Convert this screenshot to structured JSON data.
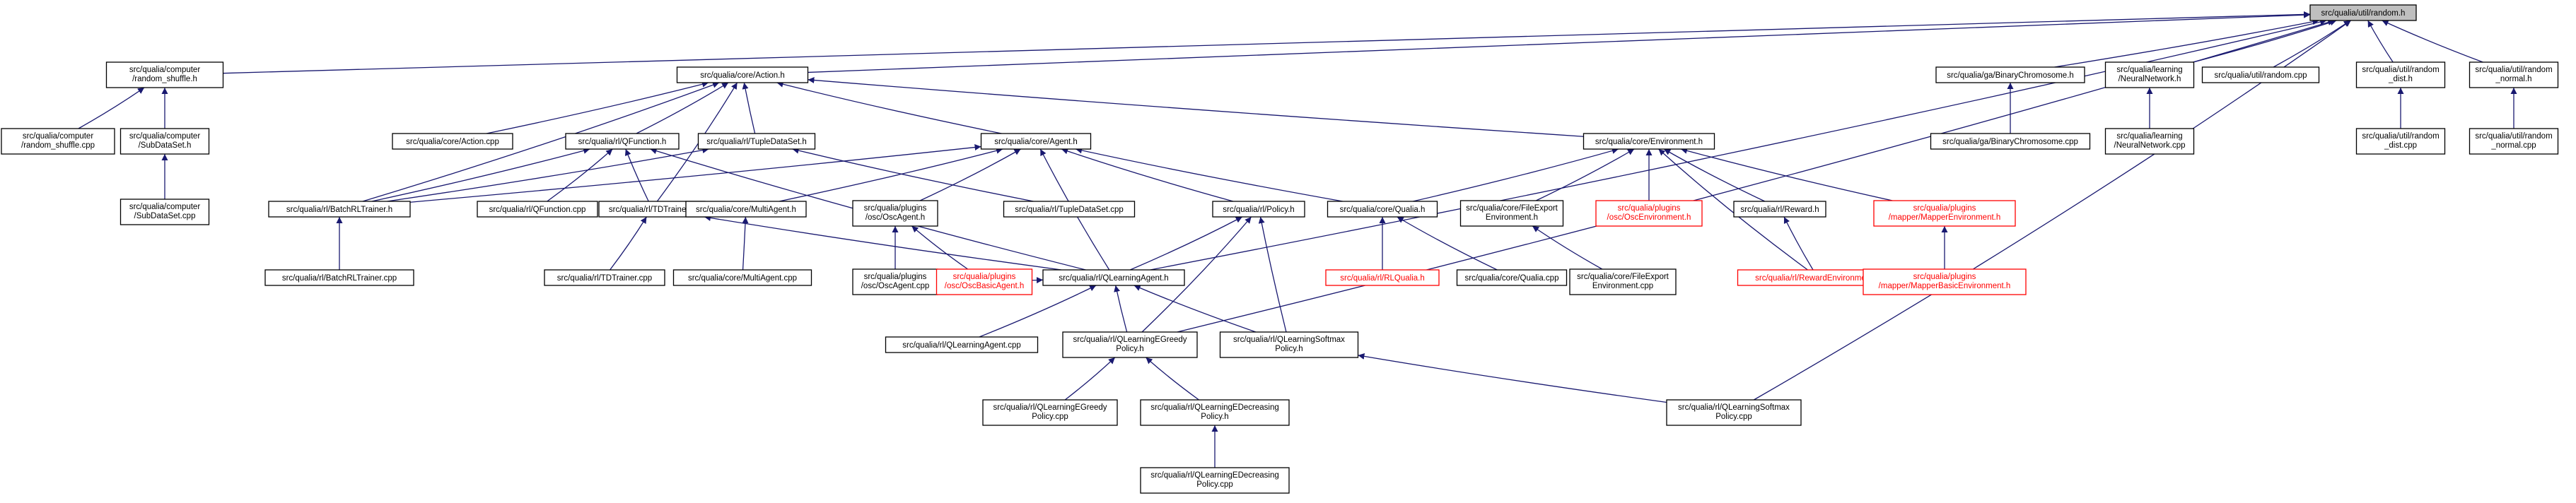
{
  "nodes": [
    {
      "id": "random_h",
      "lines": [
        "src/qualia/util/random.h"
      ],
      "root": true
    },
    {
      "id": "random_shuffle_h",
      "lines": [
        "src/qualia/computer",
        "/random_shuffle.h"
      ]
    },
    {
      "id": "action_h",
      "lines": [
        "src/qualia/core/Action.h"
      ]
    },
    {
      "id": "binchrom_h",
      "lines": [
        "src/qualia/ga/BinaryChromosome.h"
      ]
    },
    {
      "id": "nn_h",
      "lines": [
        "src/qualia/learning",
        "/NeuralNetwork.h"
      ]
    },
    {
      "id": "random_cpp",
      "lines": [
        "src/qualia/util/random.cpp"
      ]
    },
    {
      "id": "random_dist_h",
      "lines": [
        "src/qualia/util/random",
        "_dist.h"
      ]
    },
    {
      "id": "random_normal_h",
      "lines": [
        "src/qualia/util/random",
        "_normal.h"
      ]
    },
    {
      "id": "random_shuffle_cpp",
      "lines": [
        "src/qualia/computer",
        "/random_shuffle.cpp"
      ]
    },
    {
      "id": "subdataset_h",
      "lines": [
        "src/qualia/computer",
        "/SubDataSet.h"
      ]
    },
    {
      "id": "subdataset_cpp",
      "lines": [
        "src/qualia/computer",
        "/SubDataSet.cpp"
      ]
    },
    {
      "id": "action_cpp",
      "lines": [
        "src/qualia/core/Action.cpp"
      ]
    },
    {
      "id": "qfunction_h",
      "lines": [
        "src/qualia/rl/QFunction.h"
      ]
    },
    {
      "id": "tupledataset_h",
      "lines": [
        "src/qualia/rl/TupleDataSet.h"
      ]
    },
    {
      "id": "agent_h",
      "lines": [
        "src/qualia/core/Agent.h"
      ]
    },
    {
      "id": "environment_h",
      "lines": [
        "src/qualia/core/Environment.h"
      ]
    },
    {
      "id": "binchrom_cpp",
      "lines": [
        "src/qualia/ga/BinaryChromosome.cpp"
      ]
    },
    {
      "id": "nn_cpp",
      "lines": [
        "src/qualia/learning",
        "/NeuralNetwork.cpp"
      ]
    },
    {
      "id": "random_dist_cpp",
      "lines": [
        "src/qualia/util/random",
        "_dist.cpp"
      ]
    },
    {
      "id": "random_normal_cpp",
      "lines": [
        "src/qualia/util/random",
        "_normal.cpp"
      ]
    },
    {
      "id": "batchrl_h",
      "lines": [
        "src/qualia/rl/BatchRLTrainer.h"
      ]
    },
    {
      "id": "qfunction_cpp",
      "lines": [
        "src/qualia/rl/QFunction.cpp"
      ]
    },
    {
      "id": "tdtrainer_h",
      "lines": [
        "src/qualia/rl/TDTrainer.h"
      ]
    },
    {
      "id": "multiagent_h",
      "lines": [
        "src/qualia/core/MultiAgent.h"
      ]
    },
    {
      "id": "oscagent_h",
      "lines": [
        "src/qualia/plugins",
        "/osc/OscAgent.h"
      ]
    },
    {
      "id": "tupledataset_cpp",
      "lines": [
        "src/qualia/rl/TupleDataSet.cpp"
      ]
    },
    {
      "id": "policy_h",
      "lines": [
        "src/qualia/rl/Policy.h"
      ]
    },
    {
      "id": "qualia_h",
      "lines": [
        "src/qualia/core/Qualia.h"
      ]
    },
    {
      "id": "fileexport_h",
      "lines": [
        "src/qualia/core/FileExport",
        "Environment.h"
      ]
    },
    {
      "id": "oscenv_h",
      "lines": [
        "src/qualia/plugins",
        "/osc/OscEnvironment.h"
      ],
      "red": true
    },
    {
      "id": "reward_h",
      "lines": [
        "src/qualia/rl/Reward.h"
      ]
    },
    {
      "id": "mapperenv_h",
      "lines": [
        "src/qualia/plugins",
        "/mapper/MapperEnvironment.h"
      ],
      "red": true
    },
    {
      "id": "batchrl_cpp",
      "lines": [
        "src/qualia/rl/BatchRLTrainer.cpp"
      ]
    },
    {
      "id": "tdtrainer_cpp",
      "lines": [
        "src/qualia/rl/TDTrainer.cpp"
      ]
    },
    {
      "id": "multiagent_cpp",
      "lines": [
        "src/qualia/core/MultiAgent.cpp"
      ]
    },
    {
      "id": "qlagent_h",
      "lines": [
        "src/qualia/rl/QLearningAgent.h"
      ]
    },
    {
      "id": "oscagent_cpp",
      "lines": [
        "src/qualia/plugins",
        "/osc/OscAgent.cpp"
      ]
    },
    {
      "id": "oscbasic_h",
      "lines": [
        "src/qualia/plugins",
        "/osc/OscBasicAgent.h"
      ],
      "red": true
    },
    {
      "id": "rlqualia_h",
      "lines": [
        "src/qualia/rl/RLQualia.h"
      ],
      "red": true
    },
    {
      "id": "qualia_cpp",
      "lines": [
        "src/qualia/core/Qualia.cpp"
      ]
    },
    {
      "id": "fileexport_cpp",
      "lines": [
        "src/qualia/core/FileExport",
        "Environment.cpp"
      ]
    },
    {
      "id": "rewardenv_h",
      "lines": [
        "src/qualia/rl/RewardEnvironment.h"
      ],
      "red": true
    },
    {
      "id": "mapperbasic_h",
      "lines": [
        "src/qualia/plugins",
        "/mapper/MapperBasicEnvironment.h"
      ],
      "red": true
    },
    {
      "id": "qlagent_cpp",
      "lines": [
        "src/qualia/rl/QLearningAgent.cpp"
      ]
    },
    {
      "id": "qlegreedy_h",
      "lines": [
        "src/qualia/rl/QLearningEGreedy",
        "Policy.h"
      ]
    },
    {
      "id": "qlsoftmax_h",
      "lines": [
        "src/qualia/rl/QLearningSoftmax",
        "Policy.h"
      ]
    },
    {
      "id": "qlegreedy_cpp",
      "lines": [
        "src/qualia/rl/QLearningEGreedy",
        "Policy.cpp"
      ]
    },
    {
      "id": "qledecr_h",
      "lines": [
        "src/qualia/rl/QLearningEDecreasing",
        "Policy.h"
      ]
    },
    {
      "id": "qlsoftmax_cpp",
      "lines": [
        "src/qualia/rl/QLearningSoftmax",
        "Policy.cpp"
      ]
    },
    {
      "id": "qledecr_cpp",
      "lines": [
        "src/qualia/rl/QLearningEDecreasing",
        "Policy.cpp"
      ]
    }
  ],
  "edges": [
    [
      "random_h",
      "random_shuffle_h"
    ],
    [
      "random_h",
      "action_h"
    ],
    [
      "random_h",
      "binchrom_h"
    ],
    [
      "random_h",
      "nn_h"
    ],
    [
      "random_h",
      "random_cpp"
    ],
    [
      "random_h",
      "random_dist_h"
    ],
    [
      "random_h",
      "random_normal_h"
    ],
    [
      "random_h",
      "qlagent_h"
    ],
    [
      "random_h",
      "qlegreedy_h"
    ],
    [
      "random_h",
      "qlsoftmax_cpp"
    ],
    [
      "random_shuffle_h",
      "random_shuffle_cpp"
    ],
    [
      "random_shuffle_h",
      "subdataset_h"
    ],
    [
      "subdataset_h",
      "subdataset_cpp"
    ],
    [
      "action_h",
      "action_cpp"
    ],
    [
      "action_h",
      "qfunction_h"
    ],
    [
      "action_h",
      "tupledataset_h"
    ],
    [
      "action_h",
      "agent_h"
    ],
    [
      "action_h",
      "environment_h"
    ],
    [
      "action_h",
      "batchrl_h"
    ],
    [
      "action_h",
      "tdtrainer_h"
    ],
    [
      "binchrom_h",
      "binchrom_cpp"
    ],
    [
      "nn_h",
      "nn_cpp"
    ],
    [
      "random_dist_h",
      "random_dist_cpp"
    ],
    [
      "random_normal_h",
      "random_normal_cpp"
    ],
    [
      "qfunction_h",
      "batchrl_h"
    ],
    [
      "qfunction_h",
      "qfunction_cpp"
    ],
    [
      "qfunction_h",
      "tdtrainer_h"
    ],
    [
      "qfunction_h",
      "qlagent_h"
    ],
    [
      "tupledataset_h",
      "batchrl_h"
    ],
    [
      "tupledataset_h",
      "tupledataset_cpp"
    ],
    [
      "agent_h",
      "multiagent_h"
    ],
    [
      "agent_h",
      "oscagent_h"
    ],
    [
      "agent_h",
      "qlagent_h"
    ],
    [
      "agent_h",
      "policy_h"
    ],
    [
      "agent_h",
      "qualia_h"
    ],
    [
      "agent_h",
      "batchrl_h"
    ],
    [
      "environment_h",
      "qualia_h"
    ],
    [
      "environment_h",
      "fileexport_h"
    ],
    [
      "environment_h",
      "oscenv_h"
    ],
    [
      "environment_h",
      "reward_h"
    ],
    [
      "environment_h",
      "mapperenv_h"
    ],
    [
      "environment_h",
      "rewardenv_h"
    ],
    [
      "batchrl_h",
      "batchrl_cpp"
    ],
    [
      "tdtrainer_h",
      "tdtrainer_cpp"
    ],
    [
      "tdtrainer_h",
      "qlagent_h"
    ],
    [
      "multiagent_h",
      "multiagent_cpp"
    ],
    [
      "oscagent_h",
      "oscagent_cpp"
    ],
    [
      "oscagent_h",
      "oscbasic_h"
    ],
    [
      "policy_h",
      "qlagent_h"
    ],
    [
      "policy_h",
      "qlegreedy_h"
    ],
    [
      "policy_h",
      "qlsoftmax_h"
    ],
    [
      "qualia_h",
      "rlqualia_h"
    ],
    [
      "qualia_h",
      "qualia_cpp"
    ],
    [
      "fileexport_h",
      "fileexport_cpp"
    ],
    [
      "reward_h",
      "rewardenv_h"
    ],
    [
      "mapperenv_h",
      "mapperbasic_h"
    ],
    [
      "qlagent_h",
      "qlagent_cpp"
    ],
    [
      "qlagent_h",
      "qlegreedy_h"
    ],
    [
      "qlagent_h",
      "qlsoftmax_h"
    ],
    [
      "qlagent_h",
      "oscbasic_h"
    ],
    [
      "qlegreedy_h",
      "qlegreedy_cpp"
    ],
    [
      "qlegreedy_h",
      "qledecr_h"
    ],
    [
      "qlsoftmax_h",
      "qlsoftmax_cpp"
    ],
    [
      "qledecr_h",
      "qledecr_cpp"
    ]
  ]
}
